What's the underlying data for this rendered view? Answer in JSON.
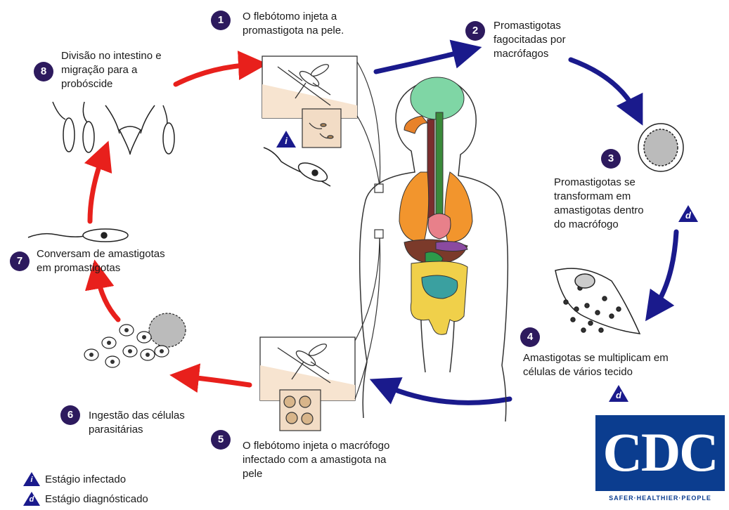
{
  "steps": [
    {
      "num": "1",
      "text": "O flebótomo injeta a\npromastigota na pele."
    },
    {
      "num": "2",
      "text": "Promastigotas\nfagocitadas por\nmacrófagos"
    },
    {
      "num": "3",
      "text": "Promastigotas se\ntransformam em\namastigotas dentro\ndo macrófogo"
    },
    {
      "num": "4",
      "text": "Amastigotas se multiplicam em\ncélulas de vários tecido"
    },
    {
      "num": "5",
      "text": "O flebótomo injeta o macrófogo\ninfectado com a amastigota na\npele"
    },
    {
      "num": "6",
      "text": "Ingestão das células\nparasitárias"
    },
    {
      "num": "7",
      "text": "Conversam de amastigotas\nem promastigotas"
    },
    {
      "num": "8",
      "text": "Divisão no intestino e\nmigração para a\nprobóscide"
    }
  ],
  "markers": {
    "infective": "i",
    "diagnostic": "d"
  },
  "legend": {
    "infective_label": "Estágio infectado",
    "diagnostic_label": "Estágio diagnósticado"
  },
  "logo": {
    "letters": "CDC",
    "tagline": "SAFER·HEALTHIER·PEOPLE"
  },
  "colors": {
    "human_arrows": "#1a1a8c",
    "fly_arrows": "#e8201c",
    "step_circle": "#2d1a5e",
    "cdc_blue": "#0b3d8f"
  }
}
